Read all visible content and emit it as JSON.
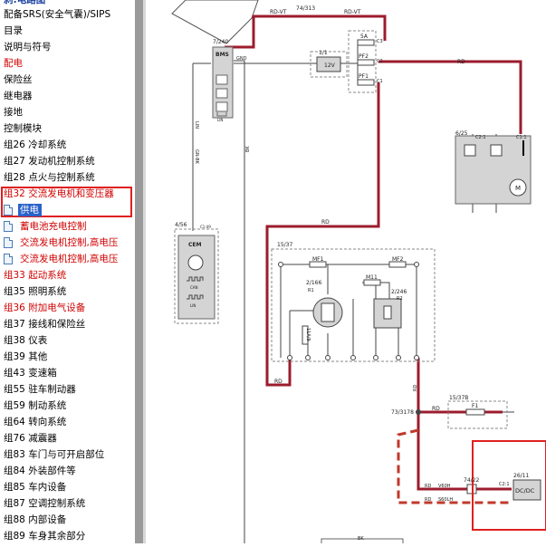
{
  "sidebar": {
    "top_item": "刹:电路图",
    "items": [
      {
        "label": "配备SRS(安全气囊)/SIPS",
        "color": "black"
      },
      {
        "label": "目录",
        "color": "black"
      },
      {
        "label": "说明与符号",
        "color": "black"
      },
      {
        "label": "配电",
        "color": "red"
      },
      {
        "label": "保险丝",
        "color": "black"
      },
      {
        "label": "继电器",
        "color": "black"
      },
      {
        "label": "接地",
        "color": "black"
      },
      {
        "label": "控制模块",
        "color": "black"
      },
      {
        "label": "组26 冷却系统",
        "color": "black"
      },
      {
        "label": "组27 发动机控制系统",
        "color": "black"
      },
      {
        "label": "组28 点火与控制系统",
        "color": "black"
      },
      {
        "label": "组32 交流发电机和变压器",
        "color": "red"
      },
      {
        "label": "供电",
        "color": "white",
        "child": true
      },
      {
        "label": "蓄电池充电控制",
        "color": "red",
        "child": true
      },
      {
        "label": "交流发电机控制,高电压",
        "color": "red",
        "child": true
      },
      {
        "label": "交流发电机控制,高电压",
        "color": "red",
        "child": true
      },
      {
        "label": "组33 起动系统",
        "color": "red"
      },
      {
        "label": "组35 照明系统",
        "color": "black"
      },
      {
        "label": "组36 附加电气设备",
        "color": "red"
      },
      {
        "label": "组37 接线和保险丝",
        "color": "black"
      },
      {
        "label": "组38 仪表",
        "color": "black"
      },
      {
        "label": "组39 其他",
        "color": "black"
      },
      {
        "label": "组43 变速箱",
        "color": "black"
      },
      {
        "label": "组55 驻车制动器",
        "color": "black"
      },
      {
        "label": "组59 制动系统",
        "color": "black"
      },
      {
        "label": "组64 转向系统",
        "color": "black"
      },
      {
        "label": "组76 减震器",
        "color": "black"
      },
      {
        "label": "组83 车门与可开启部位",
        "color": "black"
      },
      {
        "label": "组84 外装部件等",
        "color": "black"
      },
      {
        "label": "组85 车内设备",
        "color": "black"
      },
      {
        "label": "组87 空调控制系统",
        "color": "black"
      },
      {
        "label": "组88 内部设备",
        "color": "black"
      },
      {
        "label": "组89 车身其余部分",
        "color": "black"
      }
    ]
  },
  "diagram": {
    "colors": {
      "wire_red": "#9c1c2e",
      "harness_red": "#c0392b",
      "box_gray": "#d4d4d4",
      "highlight_red": "#e02020"
    },
    "labels": {
      "rd_vt_a": "RD-VT",
      "conn_74_313": "74/313",
      "rd_vt_b": "RD-VT",
      "bms_id": "7/240",
      "bms_name": "BMS",
      "lin": "LIN",
      "gnd": "GND",
      "batt_id": "1/1",
      "batt_value": "12V",
      "fuse_5a": "5A",
      "fuse_pf2": "PF2",
      "fuse_pf1": "PF1",
      "c3": "C3",
      "c2": "C2",
      "c1": "C1",
      "rd_top": "RD",
      "relay_id": "6/25",
      "relay_c2": "C2:1",
      "relay_c1": "C1:1",
      "motor": "M",
      "wire_lin": "LIN",
      "wire_gnbk": "GN-BK",
      "wire_bk": "BK",
      "rd_mid": "RD",
      "cem_id": "4/56",
      "cem_c1": "C1:49",
      "cem_name": "CEM",
      "can": "CAN",
      "dist_id": "15/37",
      "mf1": "MF1",
      "mf2": "MF2",
      "m11": "M11",
      "sw_id": "2/166",
      "sw_r1": "R1",
      "r2_id": "2/246",
      "r2": "R2",
      "fuse_11a": "11A/9",
      "rd_left": "RD",
      "rd_vert": "RD",
      "node_id": "73/3178",
      "f15_37b": "15/37B",
      "f1": "F1",
      "rd_f1": "RD",
      "dcdc_id": "26/11",
      "dcdc_name": "DC/DC",
      "c2_1": "C2:1",
      "rd_b1": "RD",
      "v60h": "V60H",
      "rd_b2": "RD",
      "s60lh": "S60LH",
      "conn_74_22": "74/22",
      "bk_bottom": "BK",
      "pin1": "1",
      "pin2": "2"
    }
  }
}
